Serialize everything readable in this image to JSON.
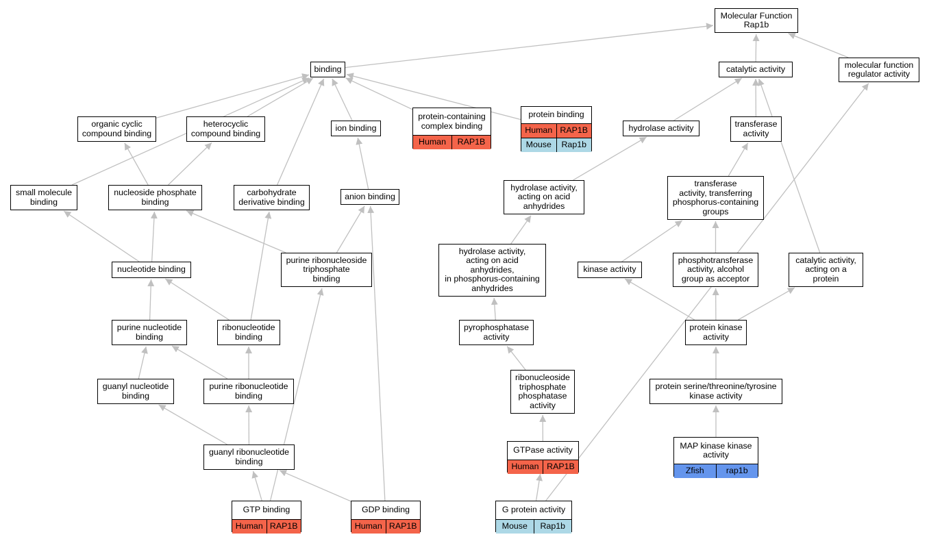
{
  "colors": {
    "edge": "#c0c0c0",
    "human": "#f4644a",
    "mouse": "#add8e6",
    "zfish": "#6495ed"
  },
  "nodes": {
    "mf_root": "Molecular Function\nRap1b",
    "catalytic": "catalytic activity",
    "mf_regulator": "molecular function\nregulator activity",
    "binding": "binding",
    "org_cyclic": "organic cyclic\ncompound binding",
    "hetero_cyclic": "heterocyclic\ncompound binding",
    "ion_binding": "ion binding",
    "protein_complex": "protein-containing\ncomplex binding",
    "protein_binding": "protein binding",
    "hydrolase": "hydrolase activity",
    "transferase": "transferase\nactivity",
    "small_molecule": "small molecule\nbinding",
    "nucleoside_phosphate": "nucleoside phosphate\nbinding",
    "carbohydrate": "carbohydrate\nderivative binding",
    "anion_binding": "anion binding",
    "hydrolase_acid": "hydrolase activity,\nacting on acid\nanhydrides",
    "transferase_phos": "transferase\nactivity, transferring\nphosphorus-containing\ngroups",
    "nucleotide_binding": "nucleotide binding",
    "purine_ribonucleoside_tp": "purine ribonucleoside\ntriphosphate\nbinding",
    "hydrolase_acid_phos": "hydrolase activity,\nacting on acid\nanhydrides,\nin phosphorus-containing\nanhydrides",
    "kinase": "kinase activity",
    "phosphotransferase": "phosphotransferase\nactivity, alcohol\ngroup as acceptor",
    "catalytic_protein": "catalytic activity,\nacting on a\nprotein",
    "purine_nucleotide": "purine nucleotide\nbinding",
    "ribonucleotide": "ribonucleotide\nbinding",
    "pyrophosphatase": "pyrophosphatase\nactivity",
    "protein_kinase": "protein kinase\nactivity",
    "guanyl_nucleotide": "guanyl nucleotide\nbinding",
    "purine_ribonucleotide": "purine ribonucleotide\nbinding",
    "rntp_phosphatase": "ribonucleoside\ntriphosphate\nphosphatase\nactivity",
    "ser_thr_tyr_kinase": "protein serine/threonine/tyrosine\nkinase activity",
    "guanyl_ribonucleotide": "guanyl ribonucleotide\nbinding",
    "gtpase": "GTPase activity",
    "mapkk": "MAP kinase kinase\nactivity",
    "gtp_binding": "GTP binding",
    "gdp_binding": "GDP binding",
    "g_protein": "G protein activity"
  },
  "annotations": {
    "protein_complex": [
      {
        "species": "Human",
        "gene": "RAP1B",
        "color": "human"
      }
    ],
    "protein_binding": [
      {
        "species": "Human",
        "gene": "RAP1B",
        "color": "human"
      },
      {
        "species": "Mouse",
        "gene": "Rap1b",
        "color": "mouse"
      }
    ],
    "gtpase": [
      {
        "species": "Human",
        "gene": "RAP1B",
        "color": "human"
      }
    ],
    "mapkk": [
      {
        "species": "Zfish",
        "gene": "rap1b",
        "color": "zfish"
      }
    ],
    "gtp_binding": [
      {
        "species": "Human",
        "gene": "RAP1B",
        "color": "human"
      }
    ],
    "gdp_binding": [
      {
        "species": "Human",
        "gene": "RAP1B",
        "color": "human"
      }
    ],
    "g_protein": [
      {
        "species": "Mouse",
        "gene": "Rap1b",
        "color": "mouse"
      }
    ]
  },
  "edges": [
    [
      "catalytic",
      "mf_root"
    ],
    [
      "mf_regulator",
      "mf_root"
    ],
    [
      "binding",
      "mf_root"
    ],
    [
      "org_cyclic",
      "binding"
    ],
    [
      "hetero_cyclic",
      "binding"
    ],
    [
      "ion_binding",
      "binding"
    ],
    [
      "protein_complex",
      "binding"
    ],
    [
      "protein_binding",
      "binding"
    ],
    [
      "small_molecule",
      "binding"
    ],
    [
      "carbohydrate",
      "binding"
    ],
    [
      "hydrolase",
      "catalytic"
    ],
    [
      "transferase",
      "catalytic"
    ],
    [
      "catalytic_protein",
      "catalytic"
    ],
    [
      "nucleoside_phosphate",
      "org_cyclic"
    ],
    [
      "nucleoside_phosphate",
      "hetero_cyclic"
    ],
    [
      "anion_binding",
      "ion_binding"
    ],
    [
      "hydrolase_acid",
      "hydrolase"
    ],
    [
      "transferase_phos",
      "transferase"
    ],
    [
      "nucleotide_binding",
      "small_molecule"
    ],
    [
      "nucleotide_binding",
      "nucleoside_phosphate"
    ],
    [
      "purine_ribonucleoside_tp",
      "nucleoside_phosphate"
    ],
    [
      "purine_ribonucleoside_tp",
      "anion_binding"
    ],
    [
      "ribonucleotide",
      "carbohydrate"
    ],
    [
      "hydrolase_acid_phos",
      "hydrolase_acid"
    ],
    [
      "kinase",
      "transferase_phos"
    ],
    [
      "phosphotransferase",
      "transferase_phos"
    ],
    [
      "purine_nucleotide",
      "nucleotide_binding"
    ],
    [
      "ribonucleotide",
      "nucleotide_binding"
    ],
    [
      "pyrophosphatase",
      "hydrolase_acid_phos"
    ],
    [
      "protein_kinase",
      "kinase"
    ],
    [
      "protein_kinase",
      "phosphotransferase"
    ],
    [
      "protein_kinase",
      "catalytic_protein"
    ],
    [
      "guanyl_nucleotide",
      "purine_nucleotide"
    ],
    [
      "purine_ribonucleotide",
      "purine_nucleotide"
    ],
    [
      "purine_ribonucleotide",
      "ribonucleotide"
    ],
    [
      "rntp_phosphatase",
      "pyrophosphatase"
    ],
    [
      "ser_thr_tyr_kinase",
      "protein_kinase"
    ],
    [
      "guanyl_ribonucleotide",
      "guanyl_nucleotide"
    ],
    [
      "guanyl_ribonucleotide",
      "purine_ribonucleotide"
    ],
    [
      "gtpase",
      "rntp_phosphatase"
    ],
    [
      "mapkk",
      "ser_thr_tyr_kinase"
    ],
    [
      "gtp_binding",
      "guanyl_ribonucleotide"
    ],
    [
      "gtp_binding",
      "purine_ribonucleoside_tp"
    ],
    [
      "gdp_binding",
      "guanyl_ribonucleotide"
    ],
    [
      "gdp_binding",
      "anion_binding"
    ],
    [
      "g_protein",
      "gtpase"
    ],
    [
      "g_protein",
      "mf_regulator"
    ]
  ]
}
